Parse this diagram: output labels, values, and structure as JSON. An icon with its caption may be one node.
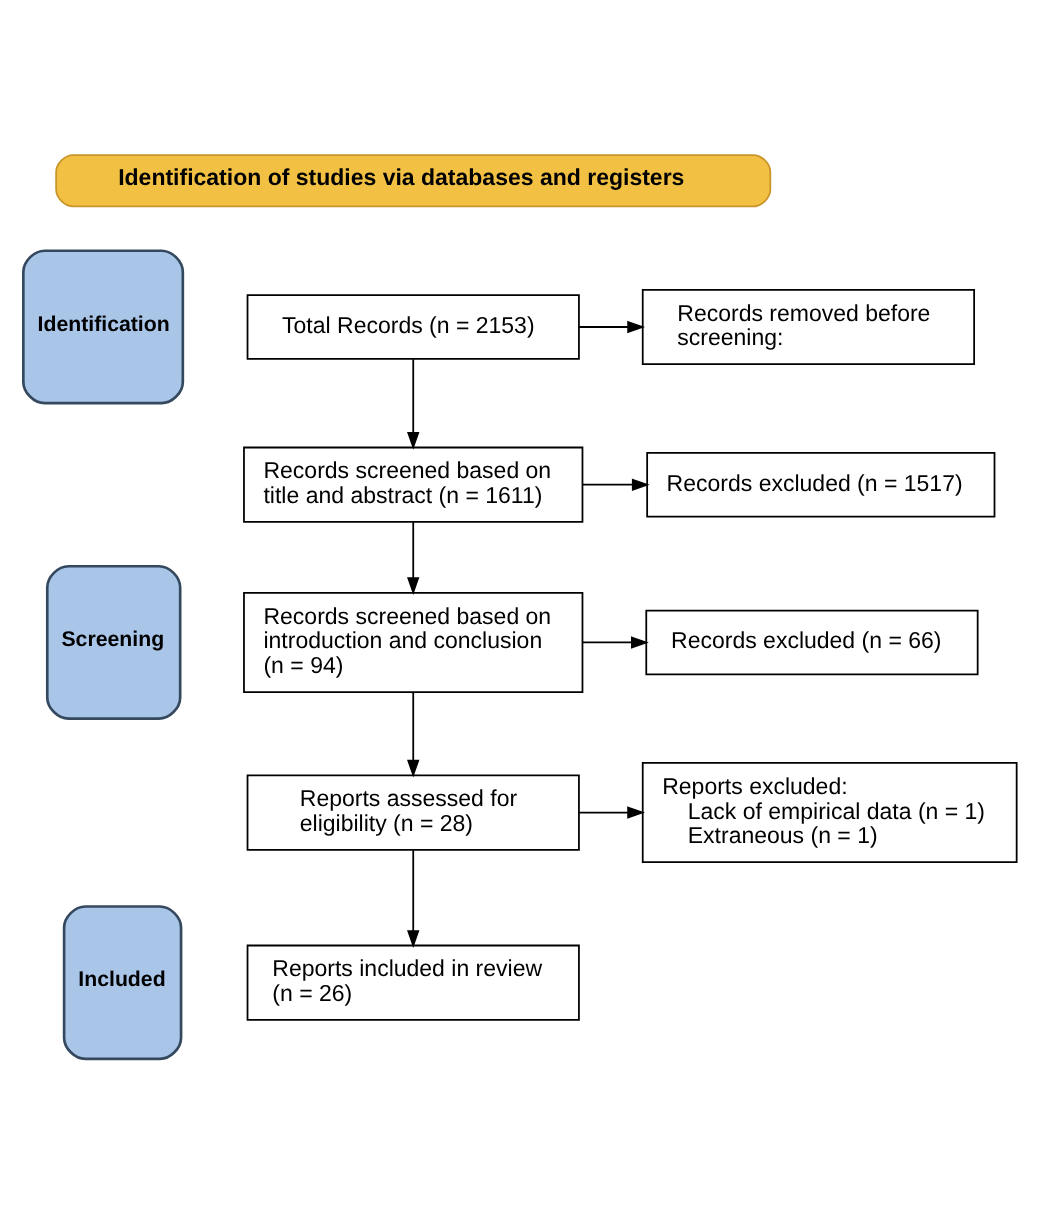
{
  "diagram": {
    "nodes": [
      {
        "text": [
          "Identification of studies via databases and registers"
        ]
      },
      {
        "text": [
          "Identification"
        ]
      },
      {
        "text": [
          "Screening"
        ]
      },
      {
        "text": [
          "Included"
        ]
      },
      {
        "text": [
          "Total Records (n = 2153)"
        ]
      },
      {
        "text": [
          "Records removed before screening:"
        ]
      },
      {
        "text": [
          "Records screened based on title and abstract (n = 1611)"
        ]
      },
      {
        "text": [
          "Records excluded (n = 1517)"
        ]
      },
      {
        "text": [
          "Records screened based on introduction and conclusion (n = 94)"
        ]
      },
      {
        "text": [
          "Records excluded (n = 66)"
        ]
      },
      {
        "text": [
          "Reports assessed for eligibility (n = 28)"
        ]
      },
      {
        "text": [
          "Reports excluded:",
          "Lack of empirical data (n = 1)",
          "Extraneous (n = 1)"
        ]
      },
      {
        "text": [
          "Reports included in review (n = 26)"
        ]
      }
    ],
    "edges": [
      {
        "from": 4,
        "to": 5,
        "arrow": "to"
      },
      {
        "from": 4,
        "to": 6,
        "arrow": "to"
      },
      {
        "from": 6,
        "to": 7,
        "arrow": "to"
      },
      {
        "from": 6,
        "to": 8,
        "arrow": "to"
      },
      {
        "from": 8,
        "to": 9,
        "arrow": "to"
      },
      {
        "from": 8,
        "to": 10,
        "arrow": "to"
      },
      {
        "from": 10,
        "to": 11,
        "arrow": "to"
      },
      {
        "from": 10,
        "to": 12,
        "arrow": "to"
      }
    ]
  }
}
